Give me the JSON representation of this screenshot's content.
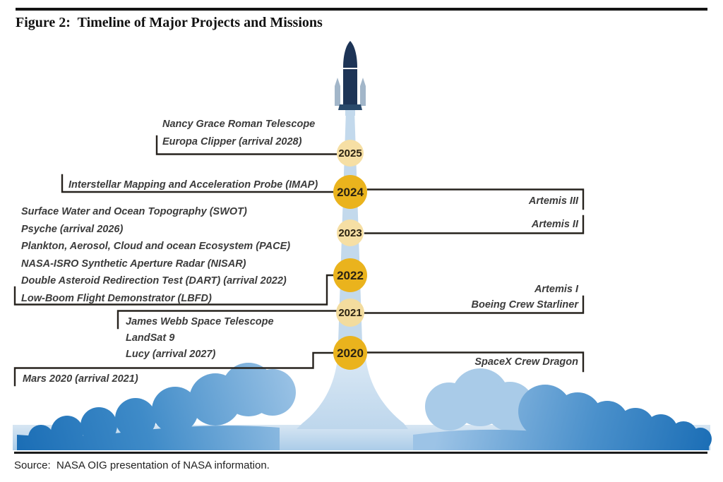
{
  "figure": {
    "title": "Figure 2:  Timeline of Major Projects and Missions",
    "source": "Source:  NASA OIG presentation of NASA information."
  },
  "timeline": {
    "years": [
      {
        "label": "2025",
        "tone": "light"
      },
      {
        "label": "2024",
        "tone": "gold"
      },
      {
        "label": "2023",
        "tone": "light"
      },
      {
        "label": "2022",
        "tone": "gold"
      },
      {
        "label": "2021",
        "tone": "light"
      },
      {
        "label": "2020",
        "tone": "gold"
      }
    ],
    "left_groups": [
      {
        "year": "2025",
        "lines": [
          "Nancy Grace Roman Telescope",
          "Europa Clipper (arrival 2028)"
        ]
      },
      {
        "year": "2024",
        "lines": [
          "Interstellar Mapping and Acceleration Probe (IMAP)"
        ]
      },
      {
        "year": "2022-2023",
        "lines": [
          "Surface Water and Ocean Topography (SWOT)",
          "Psyche (arrival 2026)",
          "Plankton, Aerosol, Cloud and ocean Ecosystem (PACE)",
          "NASA-ISRO Synthetic Aperture Radar (NISAR)",
          "Double Asteroid Redirection Test (DART) (arrival 2022)",
          "Low-Boom Flight Demonstrator (LBFD)"
        ]
      },
      {
        "year": "2021",
        "lines": [
          "James Webb Space Telescope",
          "LandSat 9",
          "Lucy (arrival 2027)"
        ]
      },
      {
        "year": "2020",
        "lines": [
          "Mars 2020 (arrival 2021)"
        ]
      }
    ],
    "right_groups": [
      {
        "year": "2024",
        "lines": [
          "Artemis III"
        ]
      },
      {
        "year": "2023",
        "lines": [
          "Artemis II"
        ]
      },
      {
        "year": "2021",
        "lines": [
          "Artemis I",
          "Boeing Crew Starliner"
        ]
      },
      {
        "year": "2020",
        "lines": [
          "SpaceX Crew Dragon"
        ]
      }
    ]
  },
  "colors": {
    "gold_circle": "#eab31d",
    "cream_circle": "#f6dfa4",
    "rocket_navy": "#1d3456",
    "booster_gray": "#a2b6c9",
    "trail_blue": "#c3d9ec",
    "cloud_blue": "#2d7fc0",
    "bracket_line": "#26221d"
  }
}
